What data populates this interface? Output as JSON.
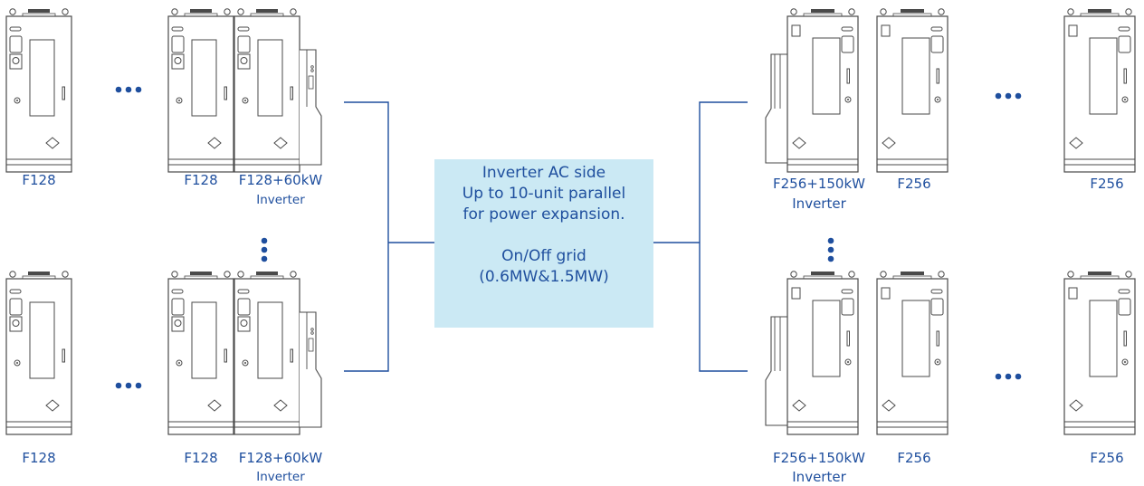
{
  "colors": {
    "line": "#1f4f9e",
    "cabinet_stroke": "#4a4a4a",
    "cabinet_fill": "#ffffff",
    "box_fill": "#cbe9f4",
    "text": "#1f4f9e"
  },
  "center_box": {
    "lines": [
      "Inverter AC side",
      "Up to 10-unit parallel",
      "for power expansion.",
      "",
      "On/Off grid",
      "(0.6MW&1.5MW)"
    ]
  },
  "left_top": {
    "f128_a": "F128",
    "f128_b": "F128",
    "combo": "F128+60kW",
    "combo_sub": "Inverter"
  },
  "left_bottom": {
    "f128_a": "F128",
    "f128_b": "F128",
    "combo": "F128+60kW",
    "combo_sub": "Inverter"
  },
  "right_top": {
    "combo": "F256+150kW",
    "combo_sub": "Inverter",
    "f256_a": "F256",
    "f256_b": "F256"
  },
  "right_bottom": {
    "combo": "F256+150kW",
    "combo_sub": "Inverter",
    "f256_a": "F256",
    "f256_b": "F256"
  },
  "ellipsis_icon": "dots-icon"
}
